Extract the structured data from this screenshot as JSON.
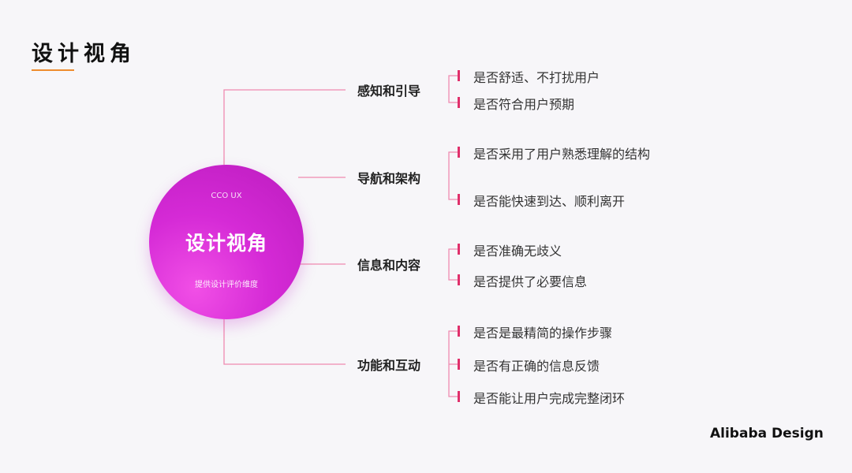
{
  "header": {
    "title": "设计视角"
  },
  "hub": {
    "top_label": "CCO UX",
    "title": "设计视角",
    "subtitle": "提供设计评价维度"
  },
  "categories": [
    {
      "label": "感知和引导",
      "items": [
        "是否舒适、不打扰用户",
        "是否符合用户预期"
      ]
    },
    {
      "label": "导航和架构",
      "items": [
        "是否采用了用户熟悉理解的结构",
        "是否能快速到达、顺利离开"
      ]
    },
    {
      "label": "信息和内容",
      "items": [
        "是否准确无歧义",
        "是否提供了必要信息"
      ]
    },
    {
      "label": "功能和互动",
      "items": [
        "是否是最精简的操作步骤",
        "是否有正确的信息反馈",
        "是否能让用户完成完整闭环"
      ]
    }
  ],
  "brand": {
    "text": "Alibaba Design"
  },
  "colors": {
    "accent_underline": "#ee8c2e",
    "connector_line": "#f08ab0",
    "item_tick": "#e0306b",
    "hub_gradient": [
      "#f14fe6",
      "#bb1cbe"
    ]
  }
}
